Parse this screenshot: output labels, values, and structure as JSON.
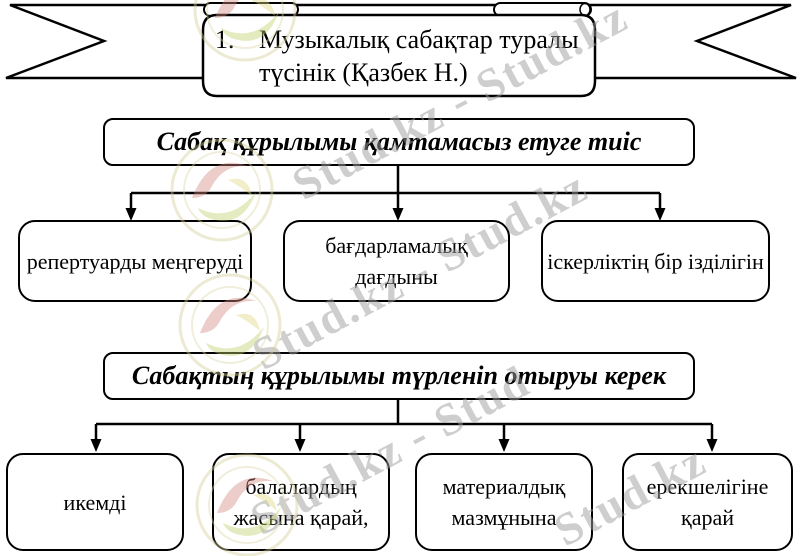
{
  "colors": {
    "ink": "#000000",
    "background": "#ffffff",
    "watermark_text": "#9e9e9e",
    "logo_ring": "#d5cf9a",
    "logo_red": "#d2897f",
    "logo_green": "#c3d06a"
  },
  "watermark": {
    "full": "Stud.kz - Stud.kz",
    "partial": "Stud.kz - Stud",
    "short": "Stud.kz"
  },
  "banner": {
    "number": "1.",
    "title_line1": "Музыкалық сабақтар туралы",
    "title_line2": "түсінік (Қазбек Н.)"
  },
  "section1": {
    "header": "Сабақ құрылымы қамтамасыз етуге тиіс",
    "items": [
      "репертуарды меңгеруді",
      "бағдарламалық дағдыны",
      "іскерліктің бір ізділігін"
    ]
  },
  "section2": {
    "header": "Сабақтың құрылымы түрленіп отыруы керек",
    "items": [
      "икемді",
      "балалардың жасына қарай,",
      "материалдық мазмұнына",
      "ерекшелігіне қарай"
    ]
  }
}
